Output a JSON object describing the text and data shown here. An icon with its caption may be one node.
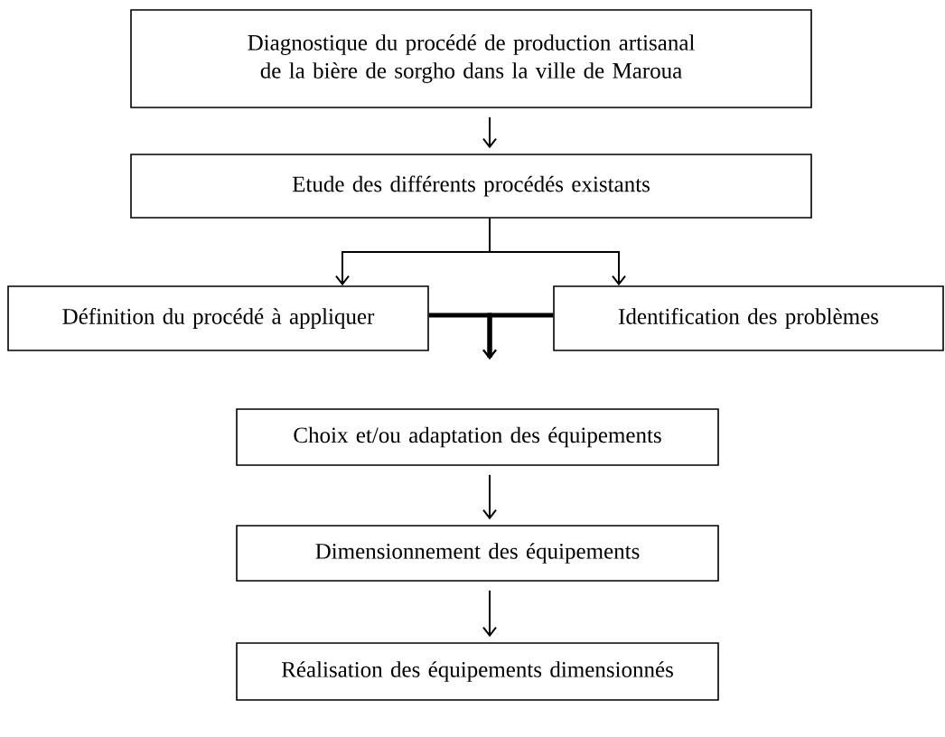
{
  "diagram": {
    "nodes": [
      {
        "text": [
          "Diagnostique du procédé de production artisanal de la bière de sorgho dans la ville de Maroua"
        ]
      },
      {
        "text": [
          "Etude des différents procédés existants"
        ]
      },
      {
        "text": [
          "Définition du procédé à appliquer"
        ]
      },
      {
        "text": [
          "Identification des problèmes"
        ]
      },
      {
        "text": [
          "Choix et/ou adaptation des équipements"
        ]
      },
      {
        "text": [
          "Dimensionnement des équipements"
        ]
      },
      {
        "text": [
          "Réalisation des équipements dimensionnés"
        ]
      }
    ],
    "edges": [
      {
        "from": 0,
        "to": 1,
        "arrow": "to"
      },
      {
        "from": 1,
        "to": 2,
        "arrow": "to"
      },
      {
        "from": 1,
        "to": 3,
        "arrow": "to"
      },
      {
        "from": 2,
        "to": 4,
        "arrow": "to",
        "style": "thick"
      },
      {
        "from": 3,
        "to": 4,
        "arrow": "to",
        "style": "thick"
      },
      {
        "from": 4,
        "to": 5,
        "arrow": "to"
      },
      {
        "from": 5,
        "to": 6,
        "arrow": "to"
      }
    ]
  }
}
